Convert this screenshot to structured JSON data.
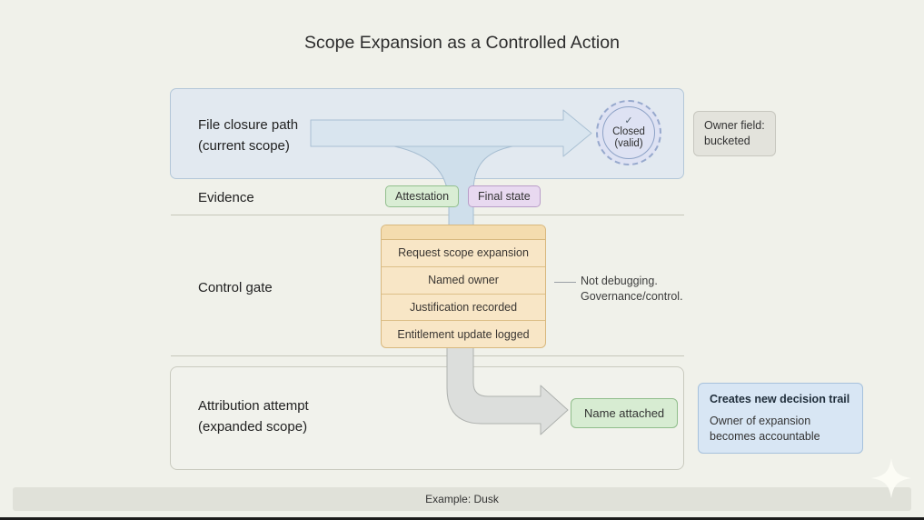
{
  "title": "Scope Expansion as a Controlled Action",
  "closure": {
    "label_line1": "File closure path",
    "label_line2": "(current scope)",
    "seal_check": "✓",
    "seal_line1": "Closed",
    "seal_line2": "(valid)",
    "owner_note_line1": "Owner field:",
    "owner_note_line2": "bucketed"
  },
  "evidence": {
    "label": "Evidence",
    "badge_attestation": "Attestation",
    "badge_final_state": "Final state"
  },
  "control_gate": {
    "label": "Control gate",
    "steps": [
      "Request scope expansion",
      "Named owner",
      "Justification recorded",
      "Entitlement update logged"
    ],
    "note_line1": "Not debugging.",
    "note_line2": "Governance/control."
  },
  "attribution": {
    "label_line1": "Attribution attempt",
    "label_line2": "(expanded scope)",
    "badge": "Name attached",
    "info_title": "Creates new decision trail",
    "info_line1": "Owner of expansion",
    "info_line2": "becomes accountable"
  },
  "footer": {
    "label": "Example: Dusk"
  },
  "colors": {
    "background": "#f0f1ea",
    "closure_box_fill": "#e2e9f0",
    "closure_box_border": "#b3c7d8",
    "arrow_blue_fill": "#d9e5ef",
    "pipe_blue_fill": "#cfdfeb",
    "pipe_gray_fill": "#dcdedc",
    "gate_fill": "#f8e6c6",
    "gate_header_fill": "#f4dcae",
    "gate_border": "#d8b87e",
    "badge_green_fill": "#d9edd4",
    "badge_green_border": "#92bf8e",
    "badge_purple_fill": "#e8d9f0",
    "badge_purple_border": "#b99dc8",
    "info_box_fill": "#d8e6f4",
    "info_box_border": "#a6c1dc",
    "neutral_box_fill": "#e3e3dc",
    "footer_fill": "#e0e1d9"
  }
}
